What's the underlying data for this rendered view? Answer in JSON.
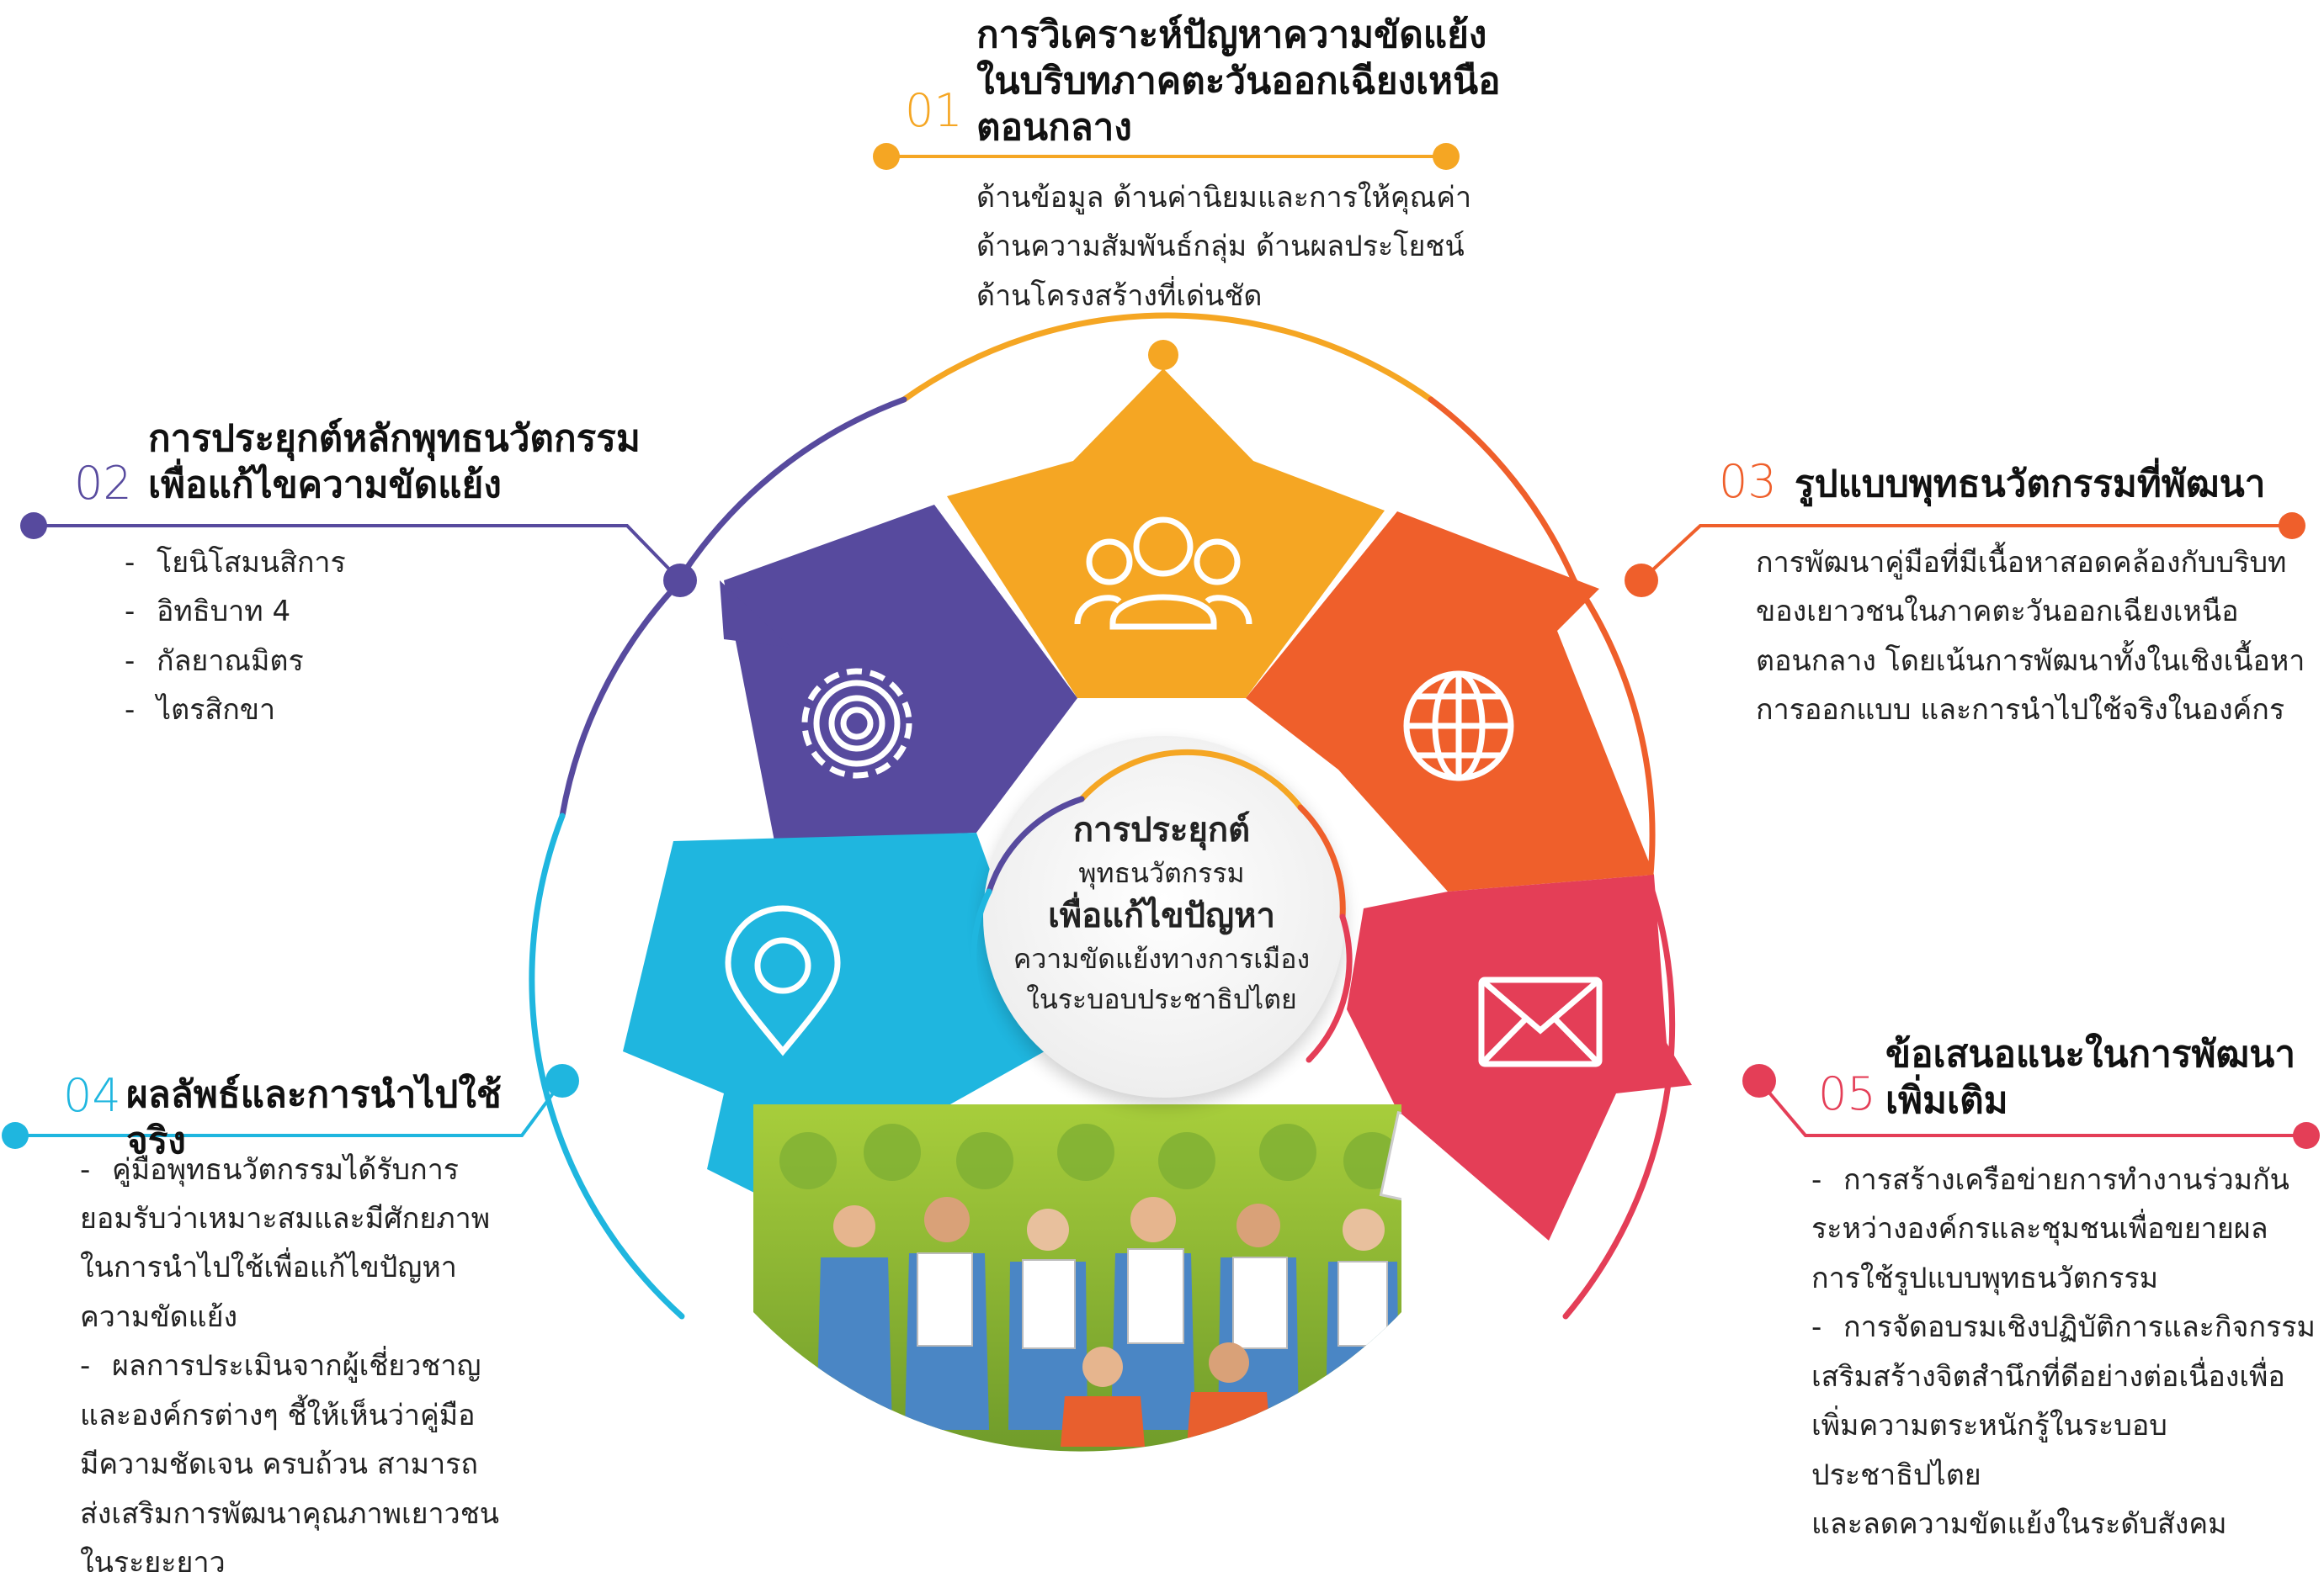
{
  "colors": {
    "s1": "#F5A623",
    "s2": "#574A9E",
    "s3": "#EF5F2B",
    "s4": "#1FB6DF",
    "s5": "#E43E57"
  },
  "center": {
    "line1": "การประยุกต์",
    "line2": "พุทธนวัตกรรม",
    "line3": "เพื่อแก้ไขปัญหา",
    "line4": "ความขัดแย้งทางการเมือง",
    "line5": "ในระบอบประชาธิปไตย"
  },
  "sections": {
    "s1": {
      "num": "01",
      "title": [
        "การวิเคราะห์ปัญหาความขัดแย้ง",
        "ในบริบทภาคตะวันออกเฉียงเหนือ",
        "ตอนกลาง"
      ],
      "body": [
        "ด้านข้อมูล  ด้านค่านิยมและการให้คุณค่า",
        "ด้านความสัมพันธ์กลุ่ม  ด้านผลประโยชน์",
        "ด้านโครงสร้างที่เด่นชัด"
      ],
      "icon": "people-icon"
    },
    "s2": {
      "num": "02",
      "title": [
        "การประยุกต์หลักพุทธนวัตกรรม",
        "เพื่อแก้ไขความขัดแย้ง"
      ],
      "items": [
        "โยนิโสมนสิการ",
        "อิทธิบาท  4",
        "กัลยาณมิตร",
        "ไตรสิกขา"
      ],
      "icon": "gear-icon"
    },
    "s3": {
      "num": "03",
      "title": [
        "รูปแบบพุทธนวัตกรรมที่พัฒนา"
      ],
      "body": [
        "การพัฒนาคู่มือที่มีเนื้อหาสอดคล้องกับบริบท",
        "ของเยาวชนในภาคตะวันออกเฉียงเหนือ",
        "ตอนกลาง  โดยเน้นการพัฒนาทั้งในเชิงเนื้อหา",
        "การออกแบบ  และการนำไปใช้จริงในองค์กร"
      ],
      "icon": "globe-icon"
    },
    "s4": {
      "num": "04",
      "title": [
        "ผลลัพธ์และการนำไปใช้จริง"
      ],
      "items": [
        [
          "คู่มือพุทธนวัตกรรมได้รับการ",
          "ยอมรับว่าเหมาะสมและมีศักยภาพ",
          "ในการนำไปใช้เพื่อแก้ไขปัญหา",
          "ความขัดแย้ง"
        ],
        [
          "ผลการประเมินจากผู้เชี่ยวชาญ",
          "และองค์กรต่างๆ  ชี้ให้เห็นว่าคู่มือ",
          "มีความชัดเจน  ครบถ้วน  สามารถ",
          "ส่งเสริมการพัฒนาคุณภาพเยาวชน",
          "ในระยะยาว"
        ]
      ],
      "icon": "location-pin-icon"
    },
    "s5": {
      "num": "05",
      "title": [
        "ข้อเสนอแนะในการพัฒนา",
        "เพิ่มเติม"
      ],
      "items": [
        [
          "การสร้างเครือข่ายการทำงานร่วมกัน",
          "ระหว่างองค์กรและชุมชนเพื่อขยายผล",
          "การใช้รูปแบบพุทธนวัตกรรม"
        ],
        [
          "การจัดอบรมเชิงปฏิบัติการและกิจกรรม",
          "เสริมสร้างจิตสำนึกที่ดีอย่างต่อเนื่องเพื่อ",
          "เพิ่มความตระหนักรู้ในระบอบประชาธิปไตย",
          "และลดความขัดแย้งในระดับสังคม"
        ]
      ],
      "icon": "envelope-icon"
    }
  },
  "illustration": "youth-crowd-holding-signs"
}
